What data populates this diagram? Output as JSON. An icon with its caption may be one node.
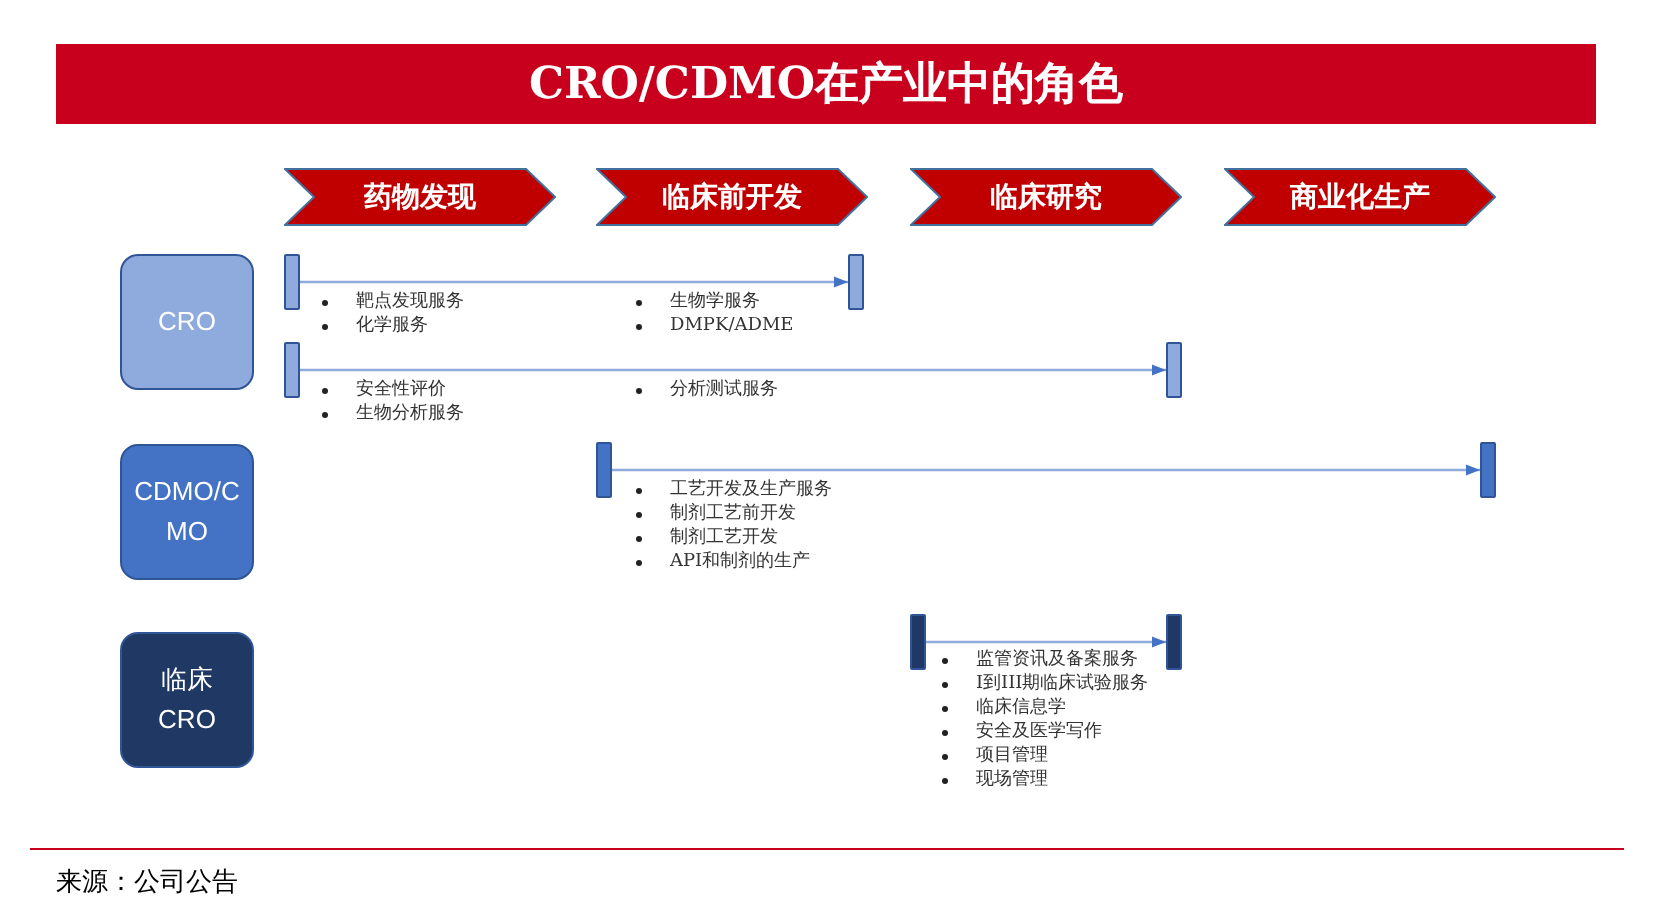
{
  "diagram": {
    "title": "CRO/CDMO在产业中的角色",
    "caption": "来源：公司公告",
    "nodes": [
      {
        "text": [
          "药物发现"
        ]
      },
      {
        "text": [
          "临床前开发"
        ]
      },
      {
        "text": [
          "临床研究"
        ]
      },
      {
        "text": [
          "商业化生产"
        ]
      },
      {
        "text": [
          "CRO"
        ]
      },
      {
        "text": [
          "CDMO/CMO"
        ]
      },
      {
        "text": [
          "临床CRO"
        ]
      },
      {
        "text": [],
        "shape": "bar"
      },
      {
        "text": [],
        "shape": "bar"
      },
      {
        "text": [],
        "shape": "bar"
      },
      {
        "text": [],
        "shape": "bar"
      },
      {
        "text": [],
        "shape": "bar"
      },
      {
        "text": [],
        "shape": "bar"
      },
      {
        "text": [],
        "shape": "bar"
      },
      {
        "text": [],
        "shape": "bar"
      }
    ],
    "edges": [
      {
        "from": 7,
        "to": 8,
        "arrow": "to"
      },
      {
        "from": 9,
        "to": 10,
        "arrow": "to"
      },
      {
        "from": 11,
        "to": 12,
        "arrow": "to"
      },
      {
        "from": 13,
        "to": 14,
        "arrow": "to"
      }
    ],
    "labels": [
      "靶点发现服务",
      "化学服务",
      "生物学服务",
      "DMPK/ADME",
      "安全性评价",
      "生物分析服务",
      "分析测试服务",
      "工艺开发及生产服务",
      "制剂工艺前开发",
      "制剂工艺开发",
      "API和制剂的生产",
      "监管资讯及备案服务",
      "I到III期临床试验服务",
      "临床信息学",
      "安全及医学写作",
      "项目管理",
      "现场管理"
    ]
  }
}
